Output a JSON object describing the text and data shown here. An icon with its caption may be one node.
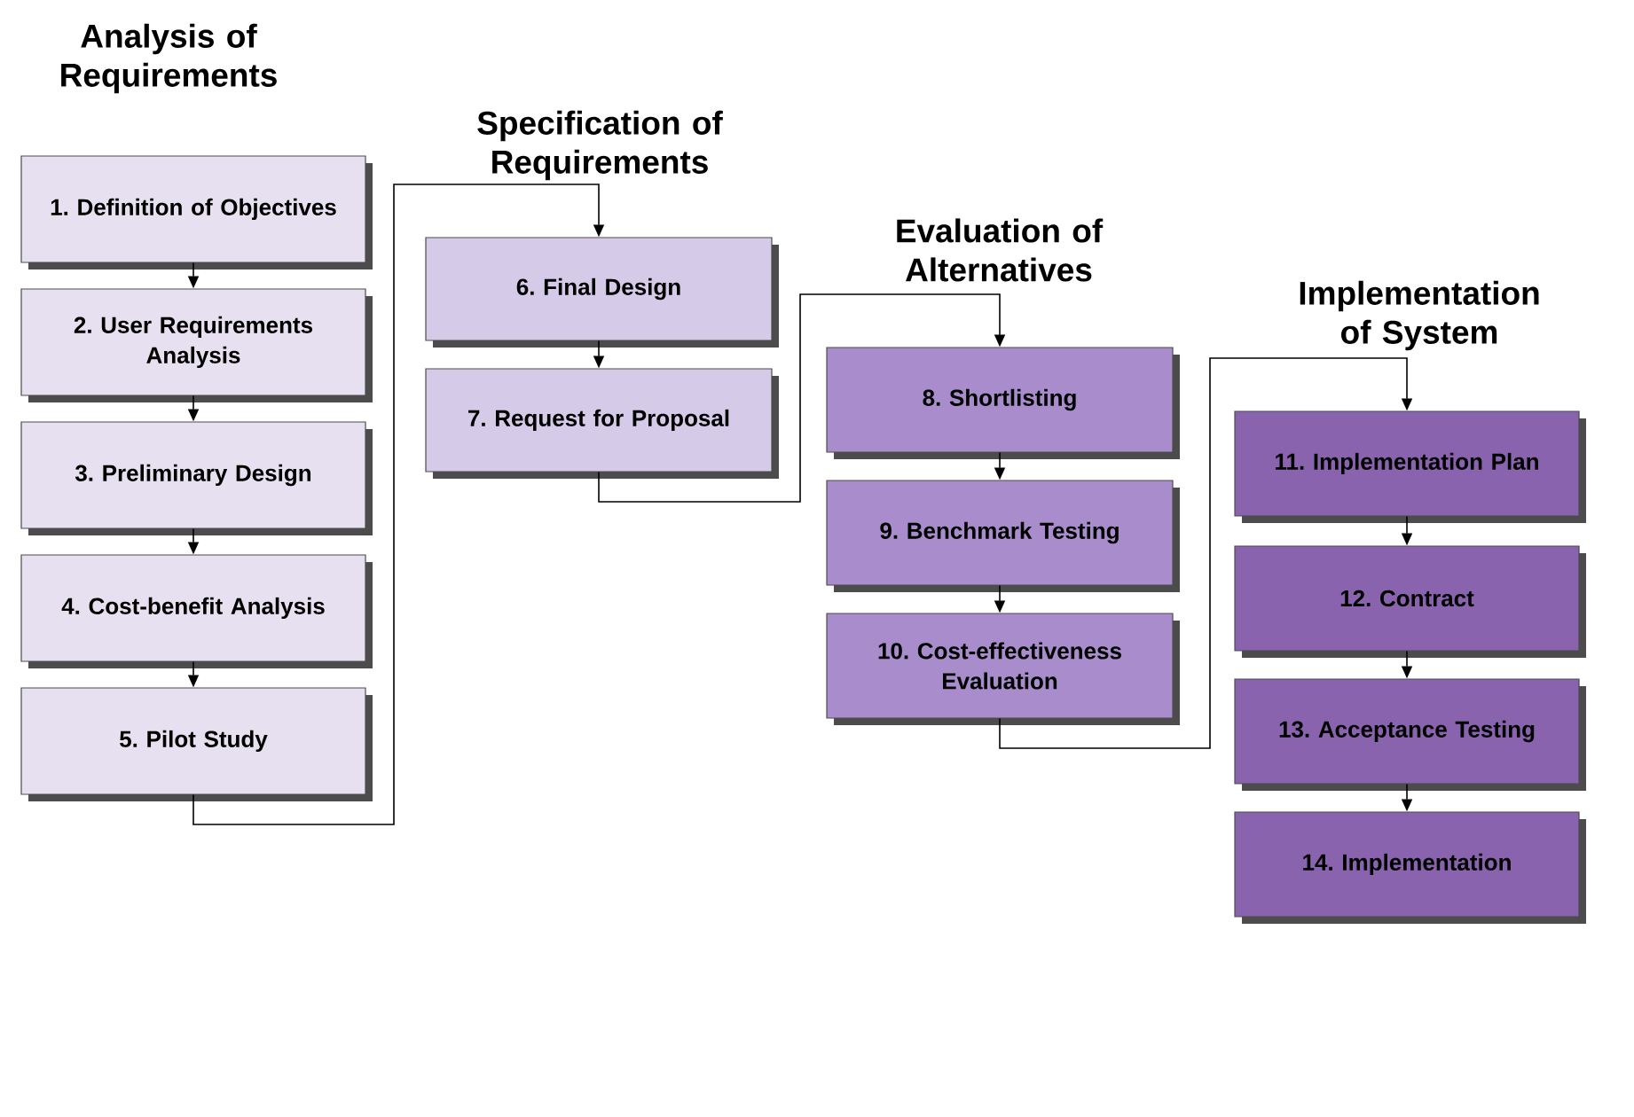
{
  "diagram": {
    "nodes": [
      {
        "text": [
          "1. Definition of Objectives"
        ]
      },
      {
        "text": [
          "2. User Requirements Analysis"
        ]
      },
      {
        "text": [
          "3. Preliminary Design"
        ]
      },
      {
        "text": [
          "4. Cost-benefit Analysis"
        ]
      },
      {
        "text": [
          "5. Pilot Study"
        ]
      },
      {
        "text": [
          "6. Final Design"
        ]
      },
      {
        "text": [
          "7. Request for Proposal"
        ]
      },
      {
        "text": [
          "8. Shortlisting"
        ]
      },
      {
        "text": [
          "9. Benchmark Testing"
        ]
      },
      {
        "text": [
          "10. Cost-effectiveness Evaluation"
        ]
      },
      {
        "text": [
          "11. Implementation Plan"
        ]
      },
      {
        "text": [
          "12. Contract"
        ]
      },
      {
        "text": [
          "13. Acceptance Testing"
        ]
      },
      {
        "text": [
          "14. Implementation"
        ]
      }
    ],
    "edges": [
      {
        "from": 0,
        "to": 1,
        "arrow": "to"
      },
      {
        "from": 1,
        "to": 2,
        "arrow": "to"
      },
      {
        "from": 2,
        "to": 3,
        "arrow": "to"
      },
      {
        "from": 3,
        "to": 4,
        "arrow": "to"
      },
      {
        "from": 4,
        "to": 5,
        "arrow": "to"
      },
      {
        "from": 5,
        "to": 6,
        "arrow": "to"
      },
      {
        "from": 6,
        "to": 7,
        "arrow": "to"
      },
      {
        "from": 7,
        "to": 8,
        "arrow": "to"
      },
      {
        "from": 8,
        "to": 9,
        "arrow": "to"
      },
      {
        "from": 9,
        "to": 10,
        "arrow": "to"
      },
      {
        "from": 10,
        "to": 11,
        "arrow": "to"
      },
      {
        "from": 11,
        "to": 12,
        "arrow": "to"
      },
      {
        "from": 12,
        "to": 13,
        "arrow": "to"
      }
    ],
    "labels": [
      "Analysis of Requirements",
      "Specification of Requirements",
      "Evaluation of Alternatives",
      "Implementation of System"
    ]
  }
}
